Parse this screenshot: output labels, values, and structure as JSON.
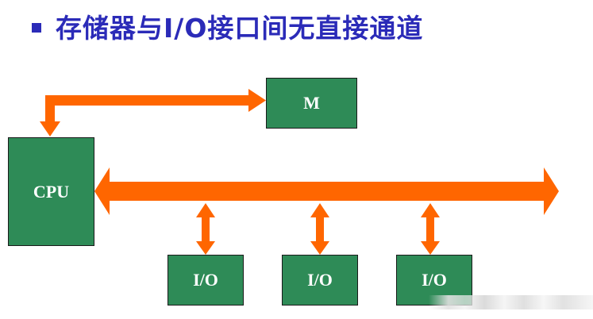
{
  "title": "存储器与I/O接口间无直接通道",
  "colors": {
    "title": "#2b2bb8",
    "box_fill": "#2e8b57",
    "box_text": "#ffffff",
    "arrow": "#ff6600"
  },
  "boxes": {
    "memory": "M",
    "cpu": "CPU",
    "io": [
      "I/O",
      "I/O",
      "I/O"
    ]
  }
}
